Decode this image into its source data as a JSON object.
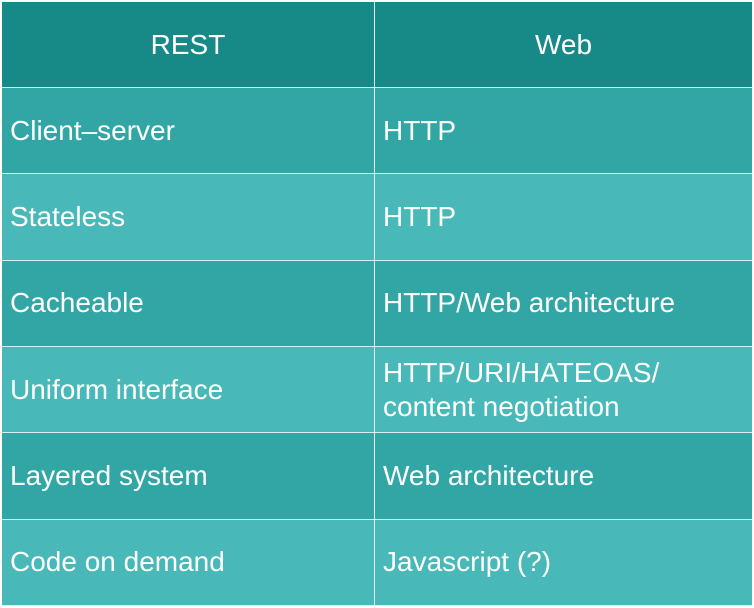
{
  "table": {
    "headers": [
      "REST",
      "Web"
    ],
    "rows": [
      [
        "Client–server",
        "HTTP"
      ],
      [
        "Stateless",
        "HTTP"
      ],
      [
        "Cacheable",
        "HTTP/Web architecture"
      ],
      [
        "Uniform interface",
        "HTTP/URI/HATEOAS/ content negotiation"
      ],
      [
        "Layered system",
        "Web architecture"
      ],
      [
        "Code on demand",
        "Javascript (?)"
      ]
    ]
  }
}
